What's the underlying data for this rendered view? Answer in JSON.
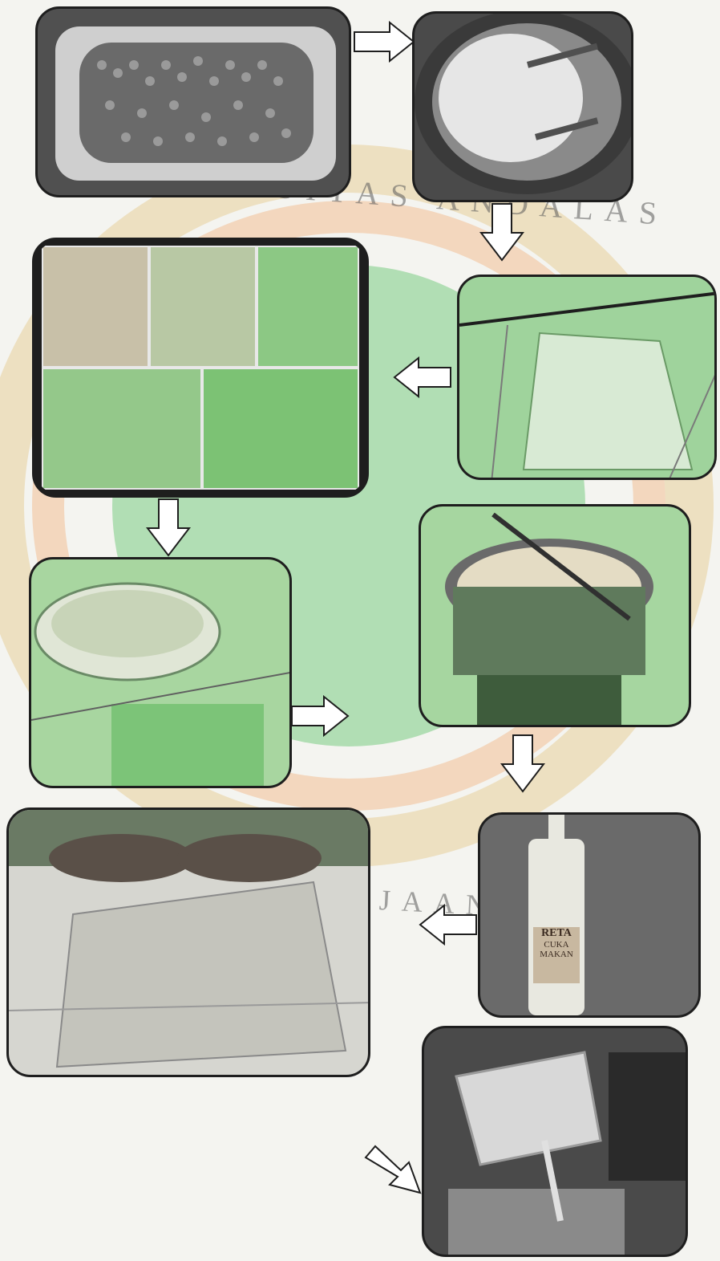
{
  "watermark": {
    "top_text": "UNIVERSITAS ANDALAS",
    "bottom_text": "UNTUK KEDJAJAAN BANGSA",
    "colors": {
      "ring_outer": "#e8cf9a",
      "ring_mid": "#f0a060",
      "emblem": "#5fc46a"
    }
  },
  "steps": [
    {
      "name": "soybeans-photo",
      "icon": "soybeans-in-tray"
    },
    {
      "name": "soy-milk-pot-photo",
      "icon": "liquid-in-pot"
    },
    {
      "name": "soaking-bag-photo",
      "icon": "plastic-bag"
    },
    {
      "name": "fermentation-bags-collage",
      "icon": "bags-collage"
    },
    {
      "name": "straining-bowl-photo",
      "icon": "bowl-on-bucket"
    },
    {
      "name": "boiling-pot-photo",
      "icon": "pot-on-stove"
    },
    {
      "name": "vinegar-bottle-photo",
      "icon": "bottle"
    },
    {
      "name": "pressing-curd-photo",
      "icon": "hands-pressing"
    },
    {
      "name": "pouring-tray-photo",
      "icon": "tray-pouring"
    }
  ],
  "bottle_label": {
    "brand": "RETA",
    "line1": "CUKA",
    "line2": "MAKAN"
  },
  "colors": {
    "arrow_fill": "#ffffff",
    "arrow_stroke": "#1e1e1e",
    "photo_border": "#1e1e1e",
    "tint": "#4fc05a"
  }
}
